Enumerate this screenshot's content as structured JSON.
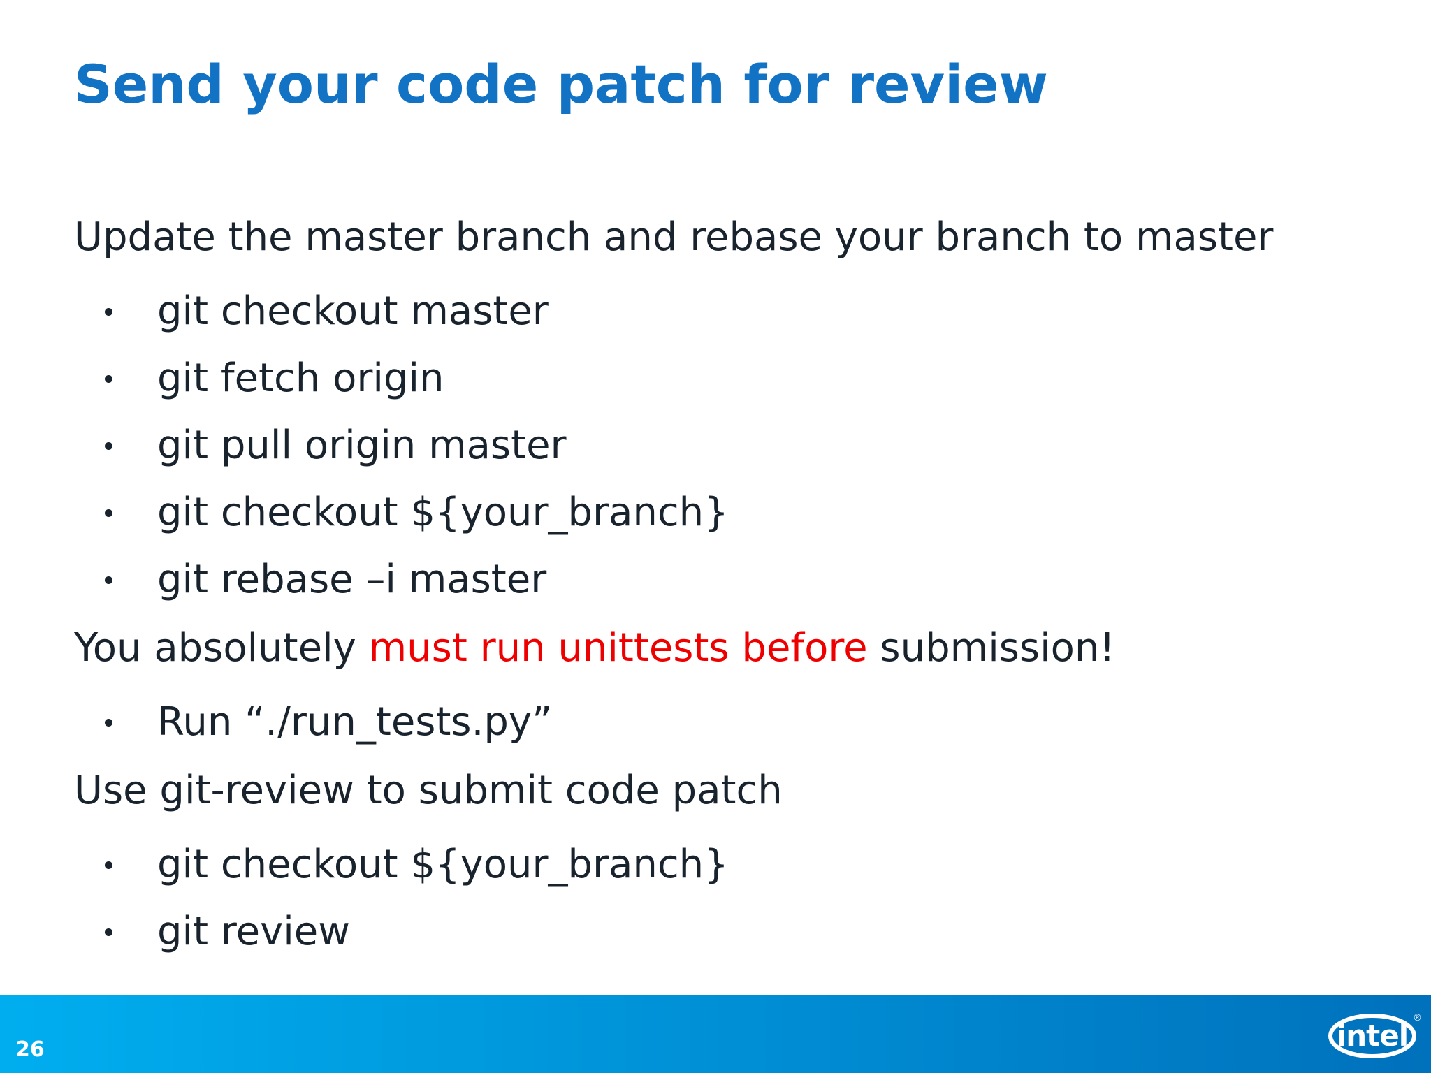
{
  "slide": {
    "title": "Send your code patch for review",
    "sections": [
      {
        "heading": "Update the master branch and rebase your branch to master",
        "bullets": [
          "git checkout master",
          "git fetch origin",
          "git pull origin master",
          "git checkout ${your_branch}",
          "git rebase –i master"
        ]
      },
      {
        "heading_parts": {
          "prefix": "You absolutely ",
          "highlight": "must run unittests before",
          "suffix": " submission!"
        },
        "bullets": [
          "Run “./run_tests.py”"
        ]
      },
      {
        "heading": "Use git-review to submit code patch",
        "bullets": [
          "git checkout ${your_branch}",
          "git review"
        ]
      }
    ],
    "footer": {
      "page_number": "26",
      "logo_text": "intel",
      "registered_mark": "®"
    },
    "colors": {
      "title_blue": "#1273C5",
      "body_text": "#18232E",
      "highlight_red": "#EE0000",
      "bar_gradient_start": "#00AEEF",
      "bar_gradient_end": "#0071BC"
    }
  }
}
